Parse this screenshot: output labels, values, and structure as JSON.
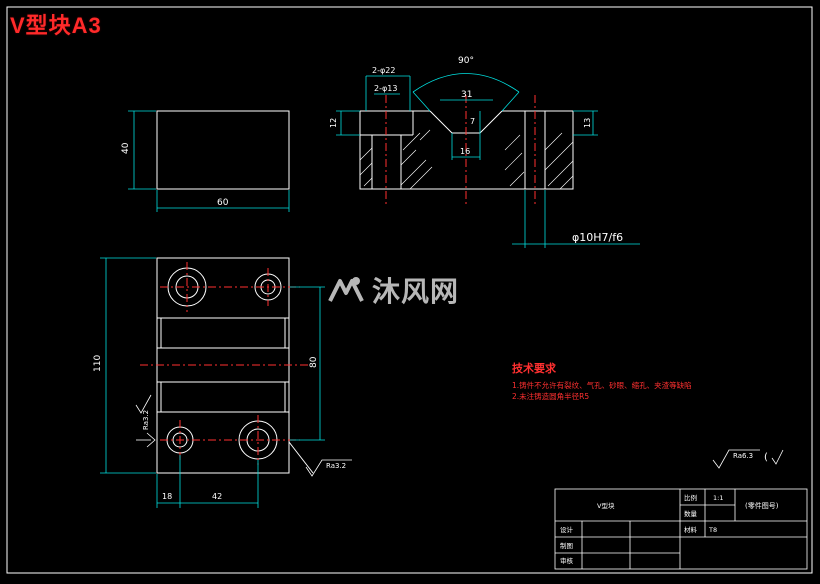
{
  "title": "V型块A3",
  "watermark": "沐风网",
  "views": {
    "top": {
      "dims": {
        "height": "40",
        "width": "60"
      }
    },
    "front": {
      "dims": {
        "angle": "90°",
        "hole_large": "2-φ22",
        "hole_small": "2-φ13",
        "v_width": "31",
        "v_depth": "7",
        "v_bottom": "16",
        "left_height": "12",
        "right_height": "13",
        "fit": "φ10H7/f6"
      }
    },
    "plan": {
      "dims": {
        "overall": "110",
        "holes_pitch": "80",
        "offset": "18",
        "spacing": "42"
      },
      "roughness_left": "Ra3.2",
      "roughness_right": "Ra3.2"
    }
  },
  "tech_requirements": {
    "heading": "技术要求",
    "lines": [
      "1.铸件不允许有裂纹、气孔、砂眼、缩孔、夹渣等缺陷",
      "2.未注铸造圆角半径R5"
    ]
  },
  "surface_finish": {
    "value": "Ra6.3"
  },
  "title_block": {
    "part_name": "V型块",
    "scale_label": "比例",
    "scale_value": "1:1",
    "count_label": "数量",
    "drawing_no": "(零件图号)",
    "drawn_label": "设计",
    "material_label": "材料",
    "material_value": "T8",
    "check_label": "制图",
    "review_label": "审核"
  }
}
